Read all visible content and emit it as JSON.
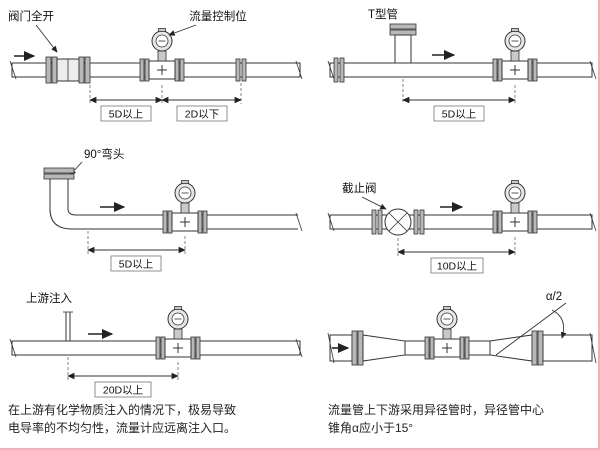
{
  "panels": {
    "valve_open": {
      "title": "阀门全开",
      "meter_label": "流量控制位",
      "dim_upstream": "5D以上",
      "dim_downstream": "2D以下"
    },
    "tee": {
      "title": "T型管",
      "dim_upstream": "5D以上"
    },
    "elbow": {
      "title": "90°弯头",
      "dim_upstream": "5D以上"
    },
    "globe_valve": {
      "title": "截止阀",
      "dim_upstream": "10D以上"
    },
    "injection": {
      "title": "上游注入",
      "dim_upstream": "20D以上",
      "caption": [
        "在上游有化学物质注入的情况下，极易导致",
        "电导率的不均匀性，流量计应远离注入口。"
      ]
    },
    "reducer": {
      "angle_label": "α/2",
      "caption": [
        "流量管上下游采用异径管时，异径管中心",
        "锥角α应小于15°"
      ]
    }
  }
}
